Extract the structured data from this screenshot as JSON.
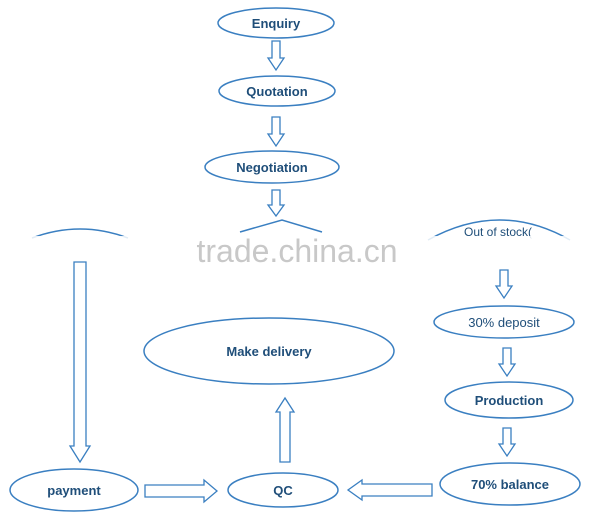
{
  "diagram": {
    "nodes": {
      "enquiry": "Enquiry",
      "quotation": "Quotation",
      "negotiation": "Negotiation",
      "out_of_stock": "Out of stock(",
      "deposit": "30% deposit",
      "production": "Production",
      "balance": "70% balance",
      "make_delivery": "Make delivery",
      "qc": "QC",
      "payment": "payment"
    },
    "watermark": "trade.china.cn"
  }
}
